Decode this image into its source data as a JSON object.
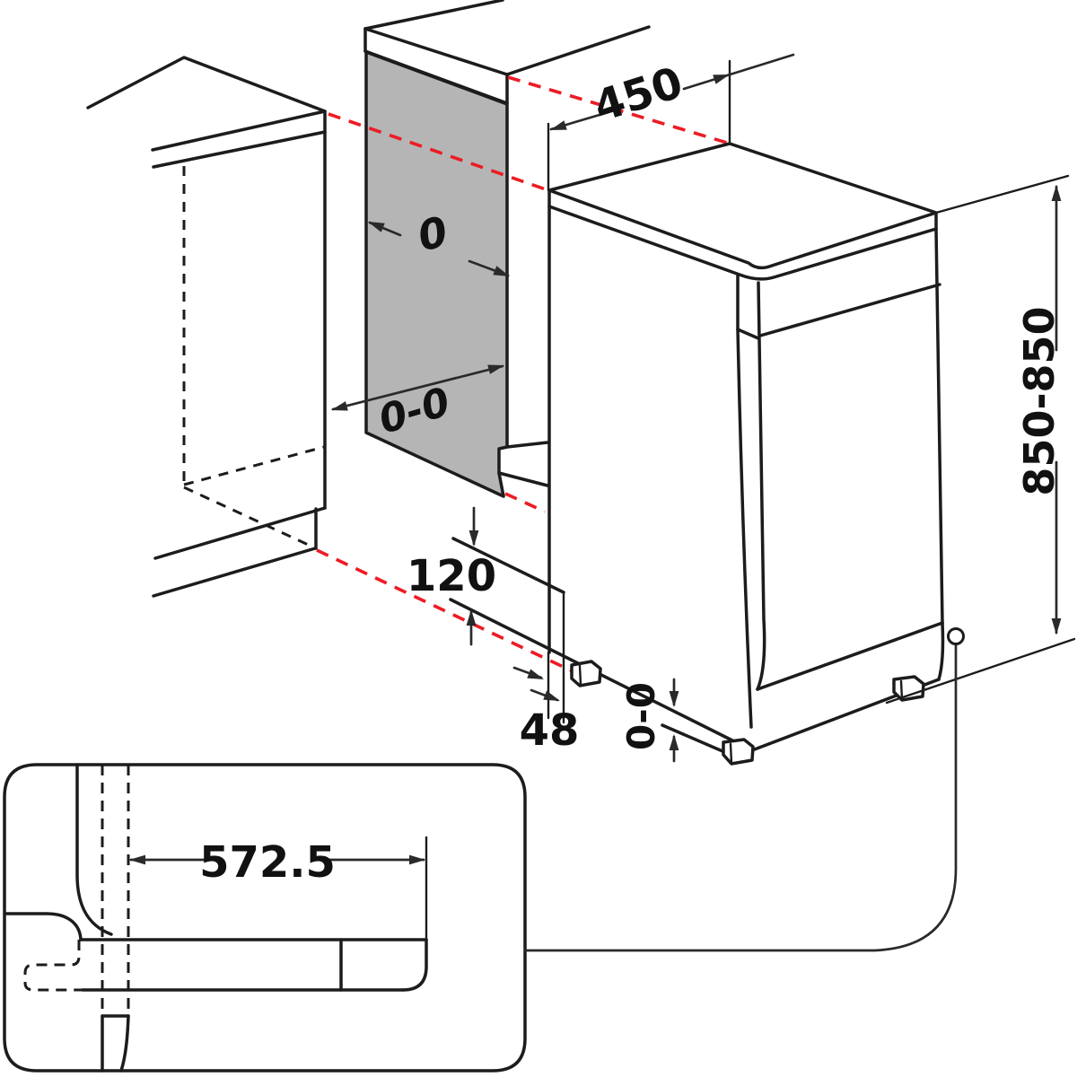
{
  "dims": {
    "top_width": {
      "label": "450"
    },
    "gap_width": {
      "label": "0"
    },
    "gap_depth": {
      "label": "0-0"
    },
    "height": {
      "label": "850-850"
    },
    "plinth_height": {
      "label": "120"
    },
    "rear_clearance": {
      "label": "48"
    },
    "foot_adjust": {
      "label": "0-0"
    },
    "plan_depth": {
      "label": "572.5"
    }
  },
  "colors": {
    "line": "#1c1c1c",
    "dimension": "#2a2a2a",
    "alignment_red": "#ec1c24",
    "panel_gray": "#b5b5b5",
    "background": "#ffffff",
    "text": "#111111"
  }
}
